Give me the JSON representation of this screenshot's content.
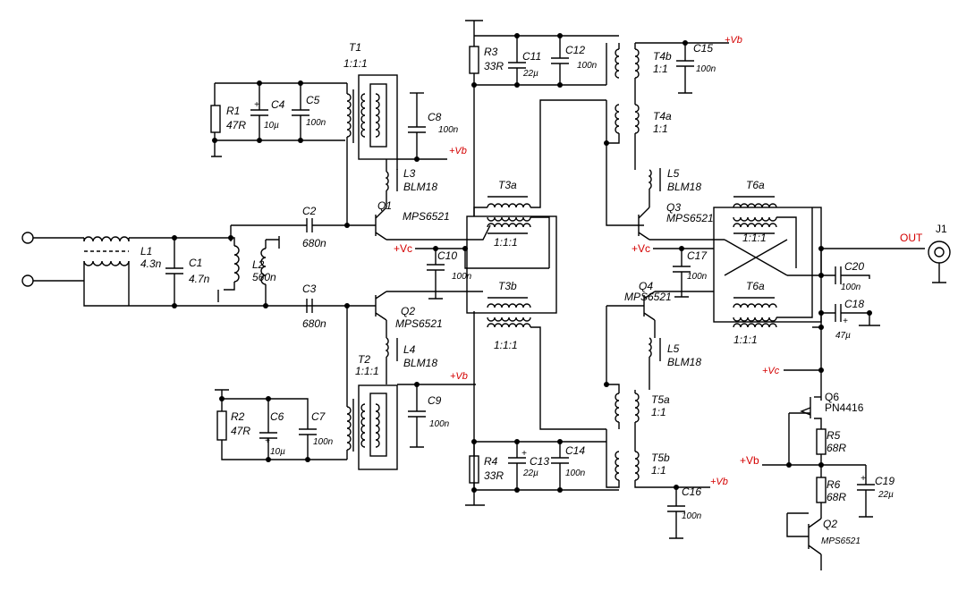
{
  "colors": {
    "wire": "#000000",
    "supply_label": "#d40000",
    "background": "#ffffff"
  },
  "labels": {
    "L1": "L1",
    "L1v": "4.3n",
    "C1": "C1",
    "C1v": "4.7n",
    "L2": "L2",
    "L2v": "560n",
    "C2": "C2",
    "C2v": "680n",
    "C3": "C3",
    "C3v": "680n",
    "T1": "T1",
    "T1r": "1:1:1",
    "T2": "T2",
    "T2r": "1:1:1",
    "R1": "R1",
    "R1v": "47R",
    "C4": "C4",
    "C4v": "10µ",
    "C5": "C5",
    "C5v": "100n",
    "R2": "R2",
    "R2v": "47R",
    "C6": "C6",
    "C6v": "10µ",
    "C7": "C7",
    "C7v": "100n",
    "C8": "C8",
    "C8v": "100n",
    "C9": "C9",
    "C9v": "100n",
    "L3": "L3",
    "L3v": "BLM18",
    "L4": "L4",
    "L4v": "BLM18",
    "Q1": "Q1",
    "Q1v": "MPS6521",
    "Q2": "Q2",
    "Q2v": "MPS6521",
    "R3": "R3",
    "R3v": "33R",
    "C11": "C11",
    "C11v": "22µ",
    "C12": "C12",
    "C12v": "100n",
    "R4": "R4",
    "R4v": "33R",
    "C13": "C13",
    "C13v": "22µ",
    "C14": "C14",
    "C14v": "100n",
    "T3a": "T3a",
    "T3ar": "1:1:1",
    "T3b": "T3b",
    "T3br": "1:1:1",
    "C10": "C10",
    "C10v": "100n",
    "T4b": "T4b",
    "T4br": "1:1",
    "T4a": "T4a",
    "T4ar": "1:1",
    "T5a": "T5a",
    "T5ar": "1:1",
    "T5b": "T5b",
    "T5br": "1:1",
    "C15": "C15",
    "C15v": "100n",
    "C16": "C16",
    "C16v": "100n",
    "C17": "C17",
    "C17v": "100n",
    "L5top": "L5",
    "L5topv": "BLM18",
    "L5bot": "L5",
    "L5botv": "BLM18",
    "Q3": "Q3",
    "Q3v": "MPS6521",
    "Q4": "Q4",
    "Q4v": "MPS6521",
    "T6a_top": "T6a",
    "T6a_topr": "1:1:1",
    "T6a_bot": "T6a",
    "T6a_botr": "1:1:1",
    "C20": "C20",
    "C20v": "100n",
    "C18": "C18",
    "C18v": "47µ",
    "OUT": "OUT",
    "J1": "J1",
    "Q6": "Q6",
    "Q6v": "PN4416",
    "R5": "R5",
    "R5v": "68R",
    "R6": "R6",
    "R6v": "68R",
    "C19": "C19",
    "C19v": "22µ",
    "Q2b": "Q2",
    "Q2bv": "MPS6521",
    "vb": "+Vb",
    "vc": "+Vc",
    "plus": "+"
  }
}
